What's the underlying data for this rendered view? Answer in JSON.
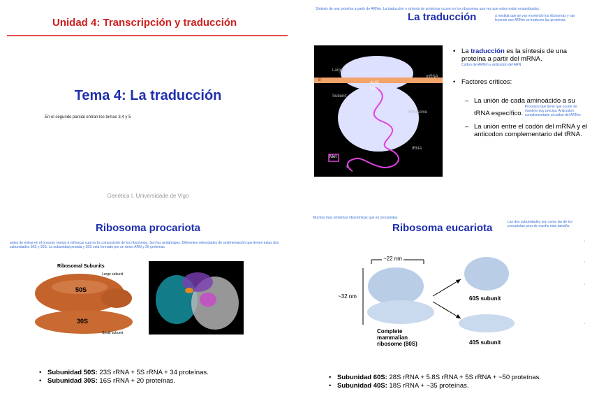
{
  "slide1": {
    "unit_title": "Unidad 4: Transcripción y traducción",
    "title": "Tema 4: La traducción",
    "note": "En el segundo parcial entran los temas 3,4 y 5",
    "footer": "Genética I. Universidade de Vigo"
  },
  "slide2": {
    "top_note": "Síntesis de una proteína a partir de ARNm. La traducción o síntesis de proteínas ocurre en los ribosomas una vez que estos están ensamblados.",
    "title": "La traducción",
    "side_note": "a medida que se van moviendo los ribosomas y van leyendo ese ARNm se traducen las proteínas.",
    "figure_labels": {
      "large_subunit": "Large",
      "small_subunit": "Subunit",
      "codon": "AUG",
      "anticodon": "UAC",
      "mrna": "mRNA",
      "ribosome": "Ribosome",
      "trna": "tRNA",
      "met": "Met",
      "five_prime": "5'",
      "three_prime": "3'"
    },
    "bullet1_prefix": "La ",
    "bullet1_highlight": "traducción",
    "bullet1_suffix": " es la síntesis de una proteína a partir del mRNA.",
    "bullet1_note": "Codon del ARNm y anticodon del ARN",
    "bullet2": "Factores críticos:",
    "sub1": "La unión de cada aminoácido a su tRNA específico.",
    "sub1_note": "Procesos que tiene que ocurrir de manera muy precisa. Anticodon complementario al codon del ARNm",
    "sub2": "La unión entre el codón del mRNA y el anticodon complementario del tRNA."
  },
  "slide3": {
    "title": "Ribosoma procariota",
    "note": "antes de entrar en el proceso vamos a refrescar cual es la composición de los ribosomas. Son los andamiajes. Diferentes velocidades de sedimentación que tienen estas dos subunidades 50S y 30S. La subunidad pesada y 30S esta formado por un único ARN y 20 proteínas",
    "fig_title": "Ribosomal Subunits",
    "large_label": "Large subunit",
    "small_label": "Small subunit",
    "label_50s": "50S",
    "label_30s": "30S",
    "items": [
      {
        "bold": "Subunidad 50S:",
        "text": " 23S rRNA + 5S rRNA + 34 proteínas."
      },
      {
        "bold": "Subunidad 30S:",
        "text": " 16S rRNA + 20 proteínas."
      }
    ]
  },
  "slide4": {
    "top_note": "Muchas mas proteínas ribosómicas que en procariotas",
    "title": "Ribosoma eucariota",
    "side_note": "Las dos subunidades son como las de los procariotas pero de mucho más tamaño.",
    "width_label": "~22 nm",
    "height_label": "~32 nm",
    "complete_label_1": "Complete",
    "complete_label_2": "mammalian",
    "complete_label_3": "ribosome (80S)",
    "label_60s": "60S subunit",
    "label_40s": "40S subunit",
    "items": [
      {
        "bold": "Subunidad 60S:",
        "text": " 28S rRNA + 5.8S rRNA + 5S rRNA + ~50 proteínas."
      },
      {
        "bold": "Subunidad 40S:",
        "text": " 18S rRNA + ~35 proteínas."
      }
    ],
    "margin_mark": "·"
  }
}
